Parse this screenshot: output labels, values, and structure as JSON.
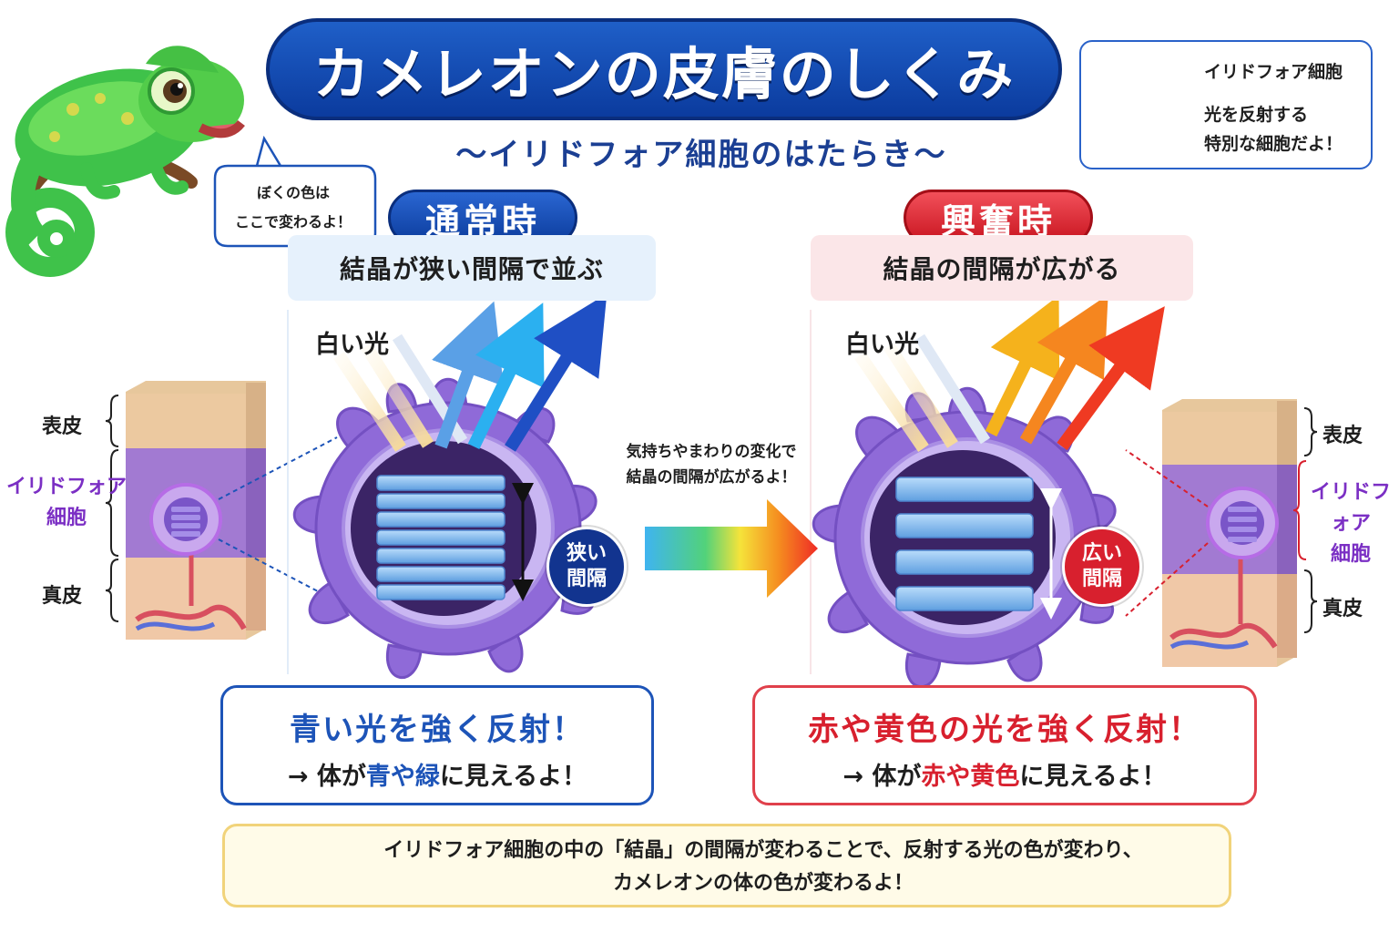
{
  "title": "カメレオンの皮膚のしくみ",
  "subtitle": "〜イリドフォア細胞のはたらき〜",
  "legend": {
    "name": "イリドフォア細胞",
    "desc1": "光を反射する",
    "desc2": "特別な細胞だよ！"
  },
  "bubble": {
    "line1": "ぼくの色は",
    "line2": "ここで変わるよ！"
  },
  "normal": {
    "label": "通常時",
    "caption": "結晶が狭い間隔で並ぶ",
    "light": "白い光",
    "badge1": "狭い",
    "badge2": "間隔",
    "result_head": "青い光を強く反射！",
    "result_pre": "→ 体が",
    "result_hl": "青や緑",
    "result_post": "に見えるよ！"
  },
  "excited": {
    "label": "興奮時",
    "caption": "結晶の間隔が広がる",
    "light": "白い光",
    "badge1": "広い",
    "badge2": "間隔",
    "result_head": "赤や黄色の光を強く反射！",
    "result_pre": "→ 体が",
    "result_hl": "赤や黄色",
    "result_post": "に見えるよ！"
  },
  "middle_note": {
    "line1": "気持ちやまわりの変化で",
    "line2": "結晶の間隔が広がるよ！"
  },
  "skin_layers": {
    "epidermis": "表皮",
    "iridophore1": "イリドフォア",
    "iridophore2": "細胞",
    "dermis": "真皮"
  },
  "summary": {
    "line1": "イリドフォア細胞の中の「結晶」の間隔が変わることで、反射する光の色が変わり、",
    "line2": "カメレオンの体の色が変わるよ！"
  },
  "colors": {
    "title_blue": "#0b3b9e",
    "excited_red": "#d8202e",
    "cell_purple": "#8f6ad8",
    "crystal_blue": "#8fc3f0",
    "chameleon_green": "#5ccf4c"
  }
}
